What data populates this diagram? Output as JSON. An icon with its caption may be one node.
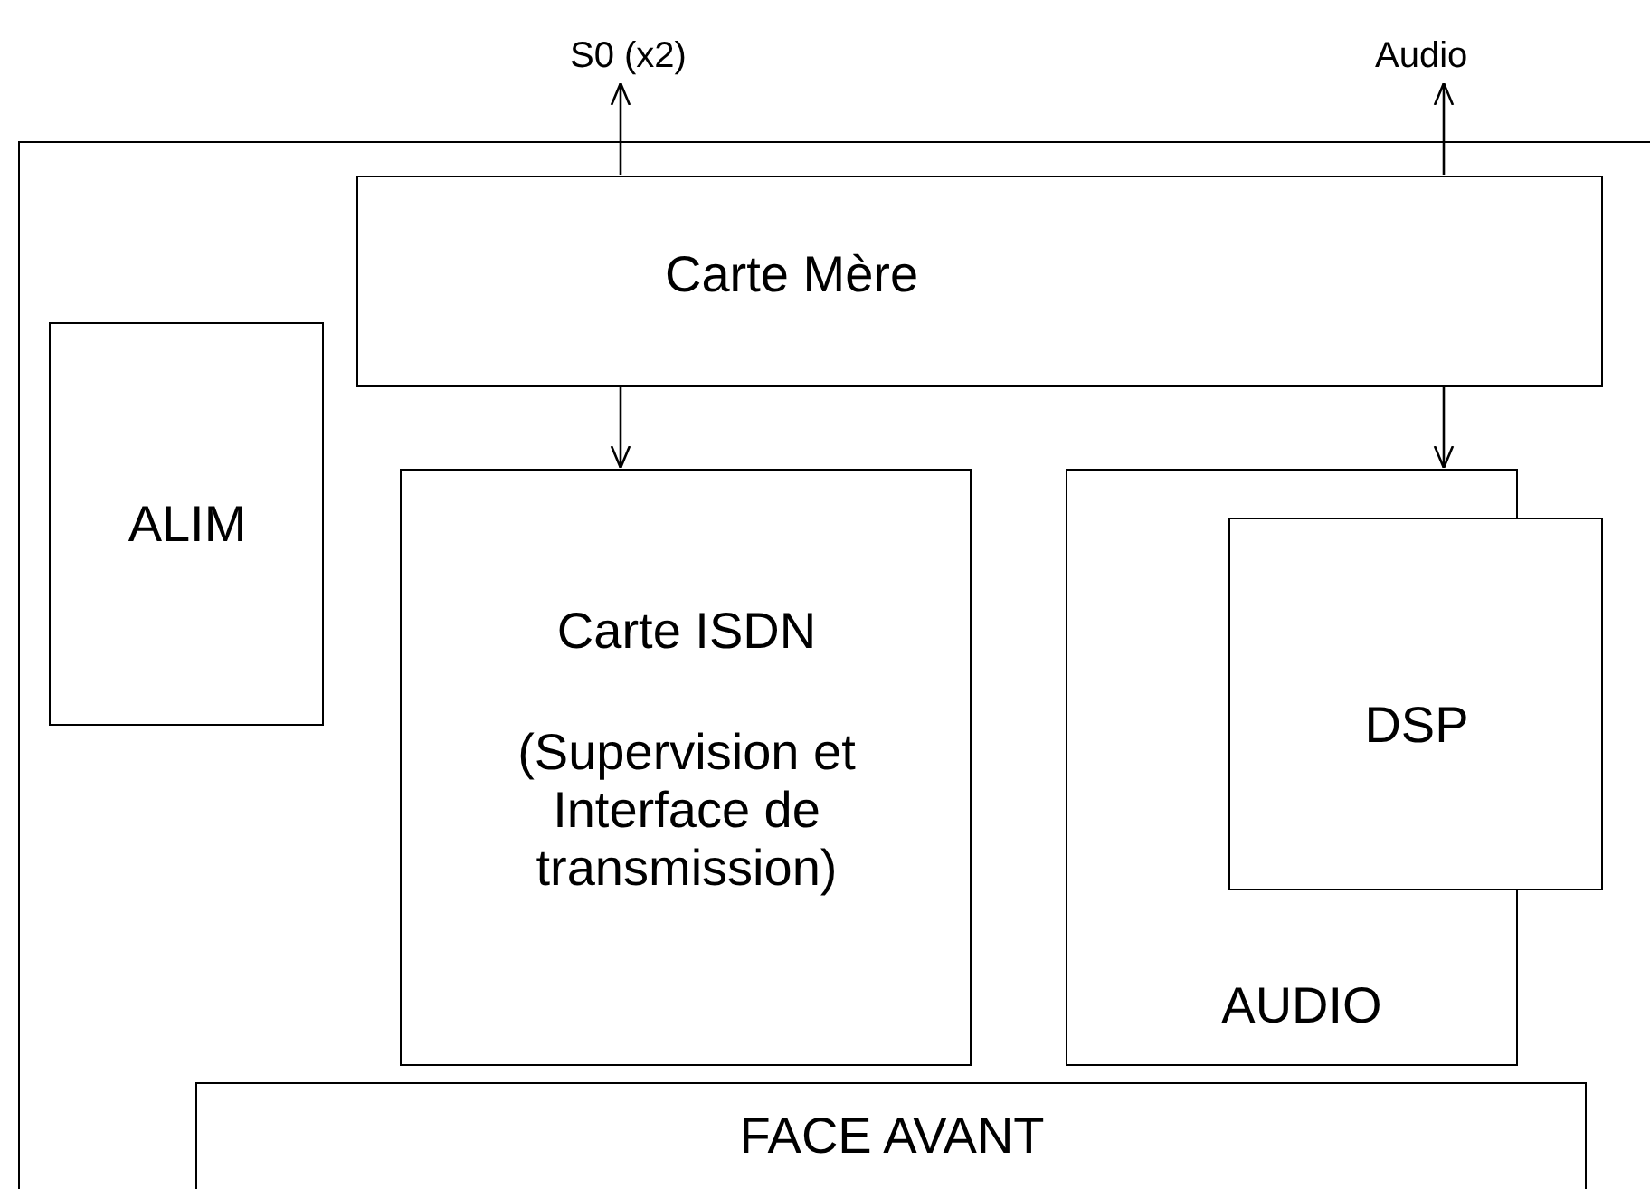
{
  "diagram": {
    "nodes": [
      {
        "text": [
          "S0 (x2)"
        ]
      },
      {
        "text": [
          "Audio"
        ]
      },
      {
        "text": [],
        "shape": "box"
      },
      {
        "text": [
          "Carte Mère"
        ],
        "in": 2
      },
      {
        "text": [
          "ALIM"
        ],
        "in": 2
      },
      {
        "text": [
          "Carte ISDN",
          "(Supervision et Interface de transmission)"
        ],
        "in": 2
      },
      {
        "text": [
          "AUDIO"
        ],
        "in": 2
      },
      {
        "text": [
          "DSP"
        ],
        "in": 2
      },
      {
        "text": [
          "FACE AVANT"
        ],
        "in": 2
      }
    ],
    "edges": [
      {
        "from": 3,
        "to": 0,
        "arrow": "to"
      },
      {
        "from": 3,
        "to": 5,
        "arrow": "to"
      },
      {
        "from": 3,
        "to": 1,
        "arrow": "to"
      },
      {
        "from": 3,
        "to": 6,
        "arrow": "to"
      }
    ]
  }
}
